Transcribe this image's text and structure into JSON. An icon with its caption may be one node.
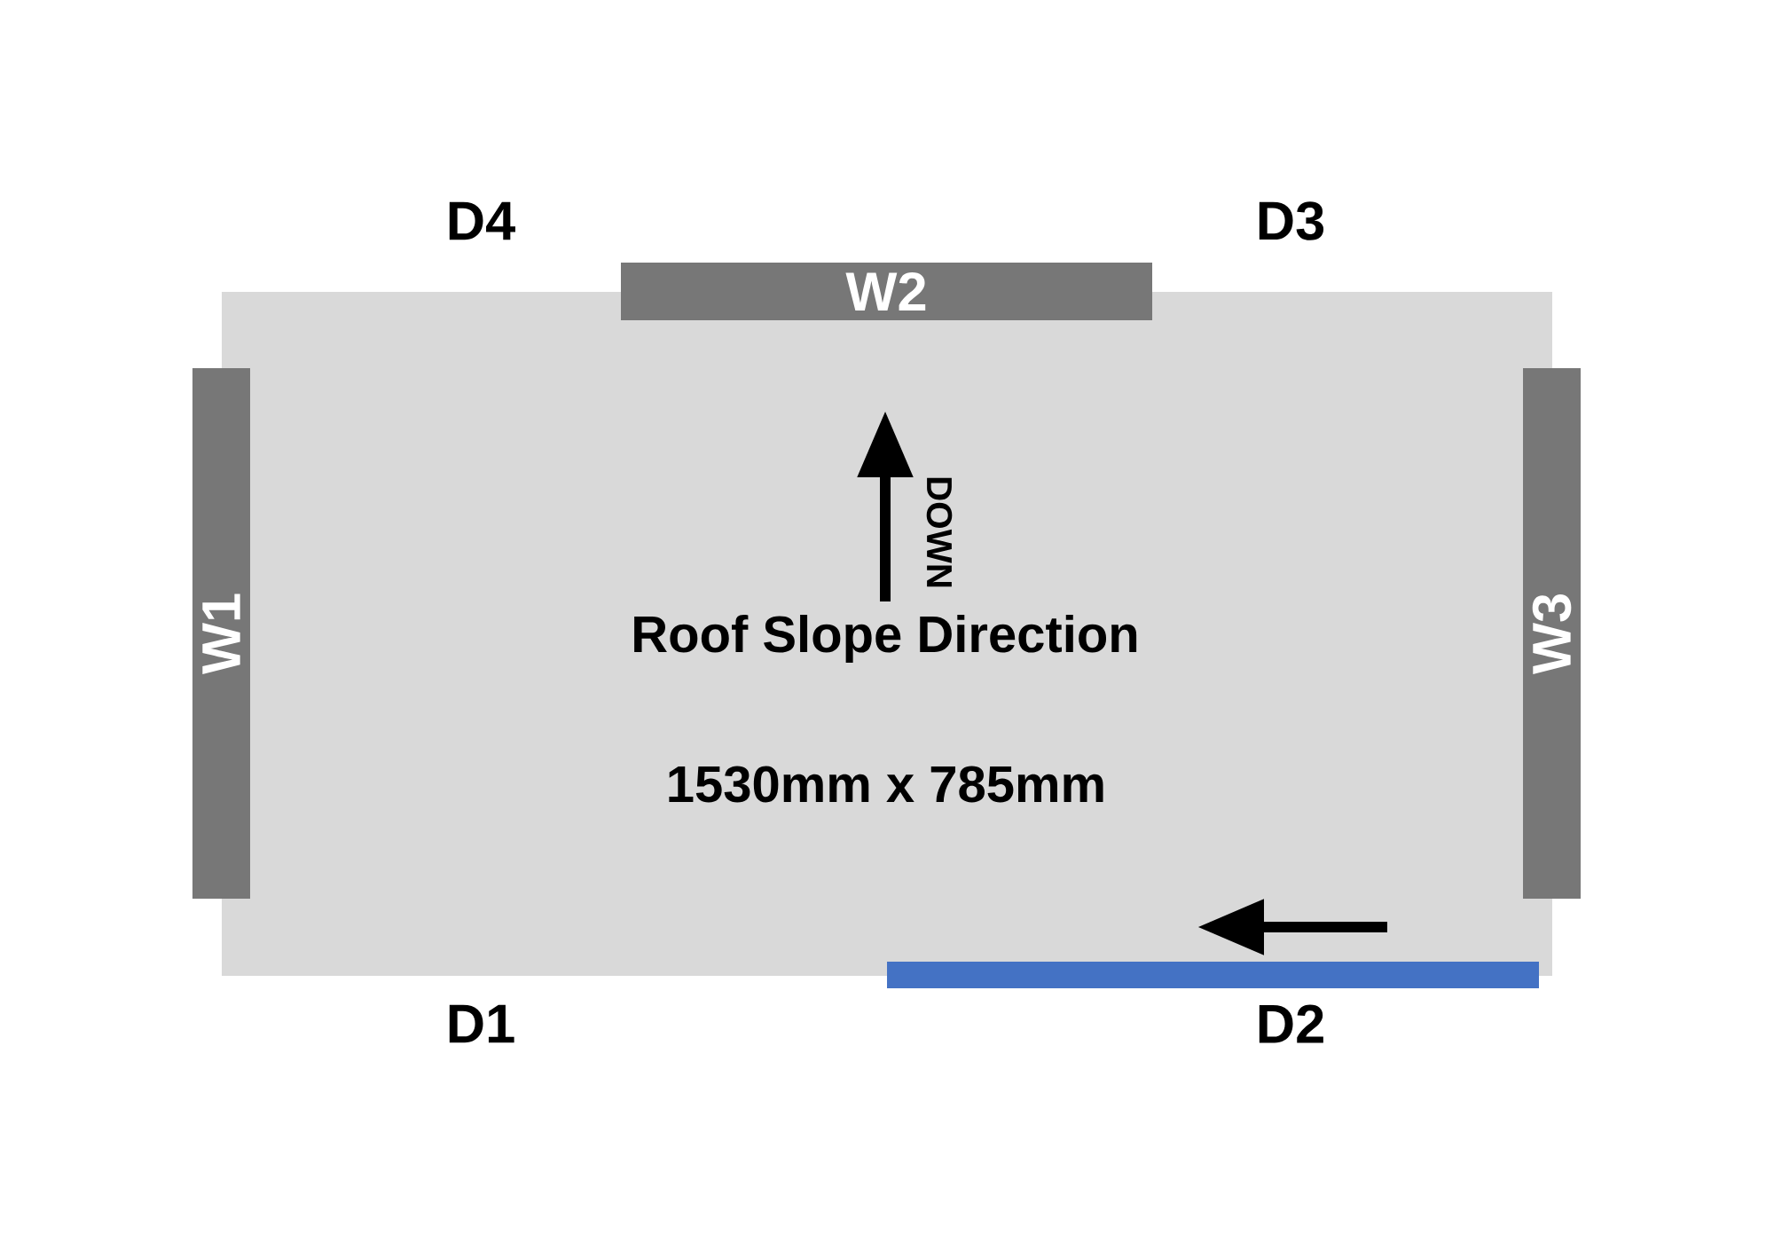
{
  "diagram": {
    "nodes": [
      {
        "text": [
          "Roof Slope Direction",
          "1530mm x 785mm"
        ]
      },
      {
        "text": [
          "W1"
        ]
      },
      {
        "text": [
          "W2"
        ]
      },
      {
        "text": [
          "W3"
        ]
      },
      {
        "text": [],
        "shape": "bar"
      }
    ],
    "labels": [
      "D4",
      "D3",
      "DOWN",
      "D1",
      "D2"
    ]
  }
}
